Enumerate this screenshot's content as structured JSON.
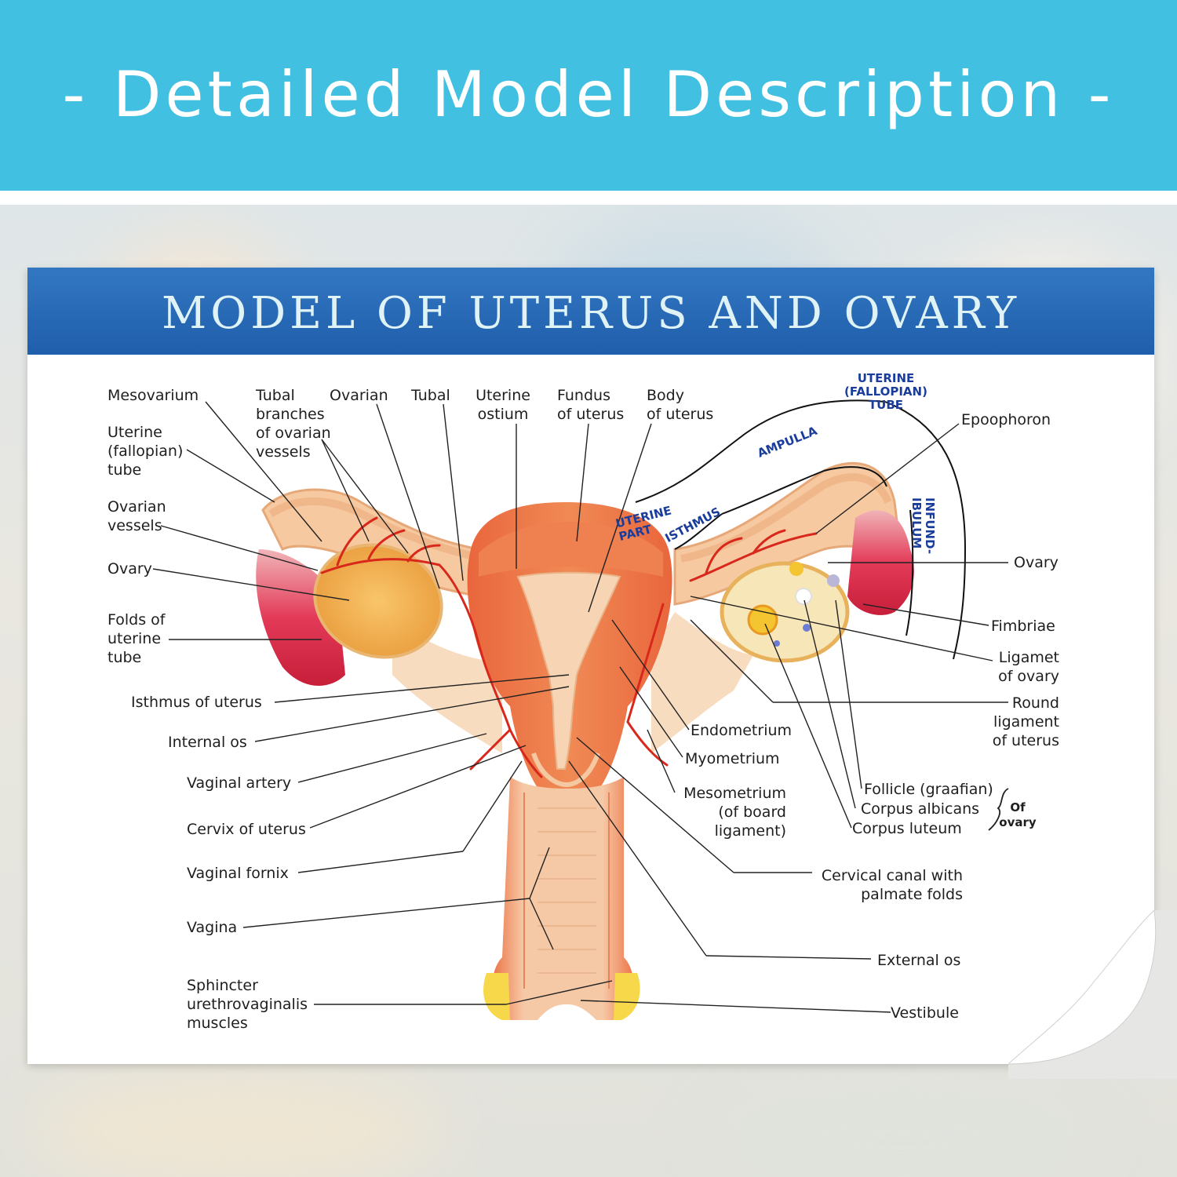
{
  "banner": {
    "title": "- Detailed Model Description -"
  },
  "poster": {
    "title": "MODEL OF UTERUS AND OVARY"
  },
  "labels": {
    "mesovarium": "Mesovarium",
    "tubal_branches": "Tubal\nbranches\nof ovarian\nvessels",
    "ovarian": "Ovarian",
    "tubal": "Tubal",
    "uterine_ostium": "Uterine\nostium",
    "fundus": "Fundus\nof uterus",
    "body": "Body\nof uterus",
    "uterine_tube_left": "Uterine\n(fallopian)\ntube",
    "ovarian_vessels": "Ovarian\nvessels",
    "ovary_left": "Ovary",
    "folds": "Folds of\nuterine\ntube",
    "isthmus_uterus": "Isthmus of uterus",
    "internal_os": "Internal os",
    "vaginal_artery": "Vaginal artery",
    "cervix": "Cervix of uterus",
    "vaginal_fornix": "Vaginal fornix",
    "vagina": "Vagina",
    "sphincter": "Sphincter\nurethrovaginalis\nmuscles",
    "epoophoron": "Epoophoron",
    "ovary_right": "Ovary",
    "fimbriae": "Fimbriae",
    "ligamet": "Ligamet\nof ovary",
    "round_ligament": "Round\nligament\nof uterus",
    "endometrium": "Endometrium",
    "myometrium": "Myometrium",
    "mesometrium": "Mesometrium\n(of board\nligament)",
    "follicle": "Follicle (graafian)",
    "corpus_albicans": "Corpus albicans",
    "corpus_luteum": "Corpus luteum",
    "of_ovary": "Of\novary",
    "cervical_canal": "Cervical canal with\npalmate folds",
    "external_os": "External os",
    "vestibule": "Vestibule"
  },
  "tube_regions": {
    "uterine_tube": "UTERINE\n(FALLOPIAN)\nTUBE",
    "ampulla": "AMPULLA",
    "isthmus": "ISTHMUS",
    "uterine_part": "UTERINE\nPART",
    "infundibulum": "INFUND-\nIBULUM"
  },
  "colors": {
    "banner": "#41c0e1",
    "poster_header": "#2368b5",
    "region_text": "#1a3d9c",
    "tissue": "#ee7a4c",
    "tissue_light": "#f6caa0",
    "vessel": "#d8281c",
    "fimbriae": "#e43a5a"
  }
}
